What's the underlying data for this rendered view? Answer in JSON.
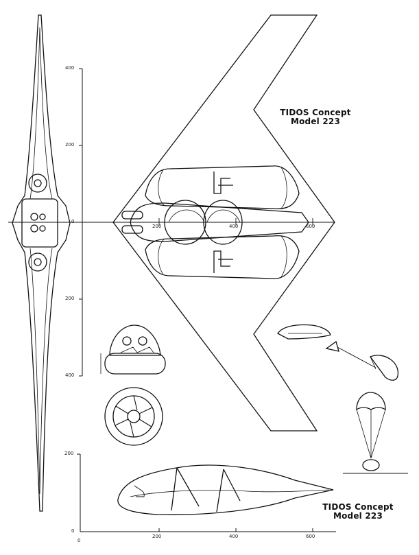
{
  "drawing": {
    "title_top": {
      "line1": "TIDOS Concept",
      "line2": "Model 223"
    },
    "title_bottom": {
      "line1": "TIDOS Concept",
      "line2": "Model 223"
    },
    "vertical_scale_ticks": [
      "400",
      "200",
      "0",
      "200",
      "400"
    ],
    "planform_ticks": [
      "200",
      "400",
      "600"
    ],
    "side_vertical_ticks": [
      "200",
      "0"
    ],
    "side_horizontal_ticks": [
      "0",
      "200",
      "400",
      "600"
    ],
    "tiny_notes": [
      "",
      "",
      ""
    ]
  }
}
